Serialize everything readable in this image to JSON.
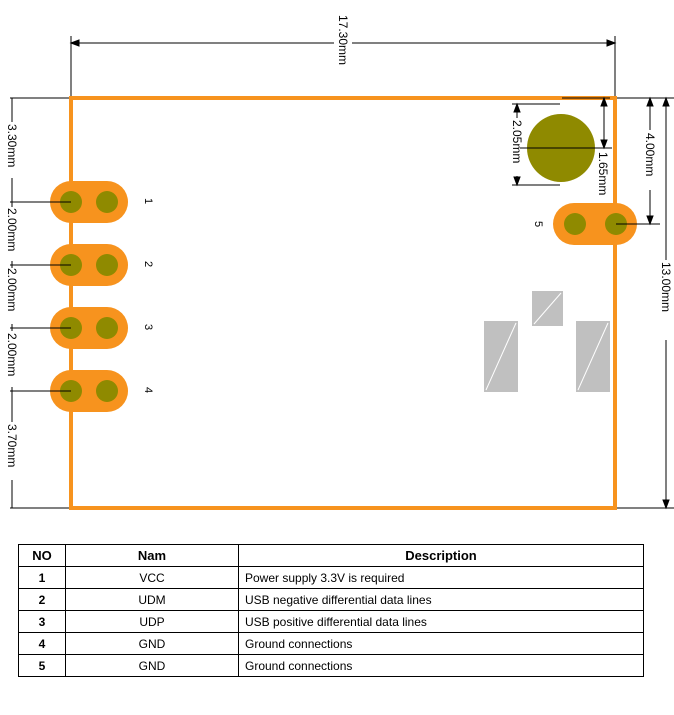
{
  "dimensions": {
    "width_total": "17.30mm",
    "height_total": "13.00mm",
    "pin1_offset_top": "3.30mm",
    "pin_pitch_1": "2.00mm",
    "pin_pitch_2": "2.00mm",
    "pin_pitch_3": "2.00mm",
    "pin4_offset_bottom": "3.70mm",
    "hole_diameter": "2.05mm",
    "hole_center_offset": "1.65mm",
    "pin5_offset_top": "4.00mm"
  },
  "pins": [
    "1",
    "2",
    "3",
    "4",
    "5"
  ],
  "colors": {
    "board_outline": "#f7931e",
    "pad": "#f7931e",
    "drill": "#8f8a00",
    "component": "#c0c0c0"
  },
  "table": {
    "headers": [
      "NO",
      "Nam",
      "Description"
    ],
    "rows": [
      {
        "no": "1",
        "name": "VCC",
        "description": "Power supply 3.3V is required"
      },
      {
        "no": "2",
        "name": "UDM",
        "description": "USB negative differential data lines"
      },
      {
        "no": "3",
        "name": "UDP",
        "description": "USB positive differential data lines"
      },
      {
        "no": "4",
        "name": "GND",
        "description": "Ground connections"
      },
      {
        "no": "5",
        "name": "GND",
        "description": "Ground connections"
      }
    ]
  }
}
